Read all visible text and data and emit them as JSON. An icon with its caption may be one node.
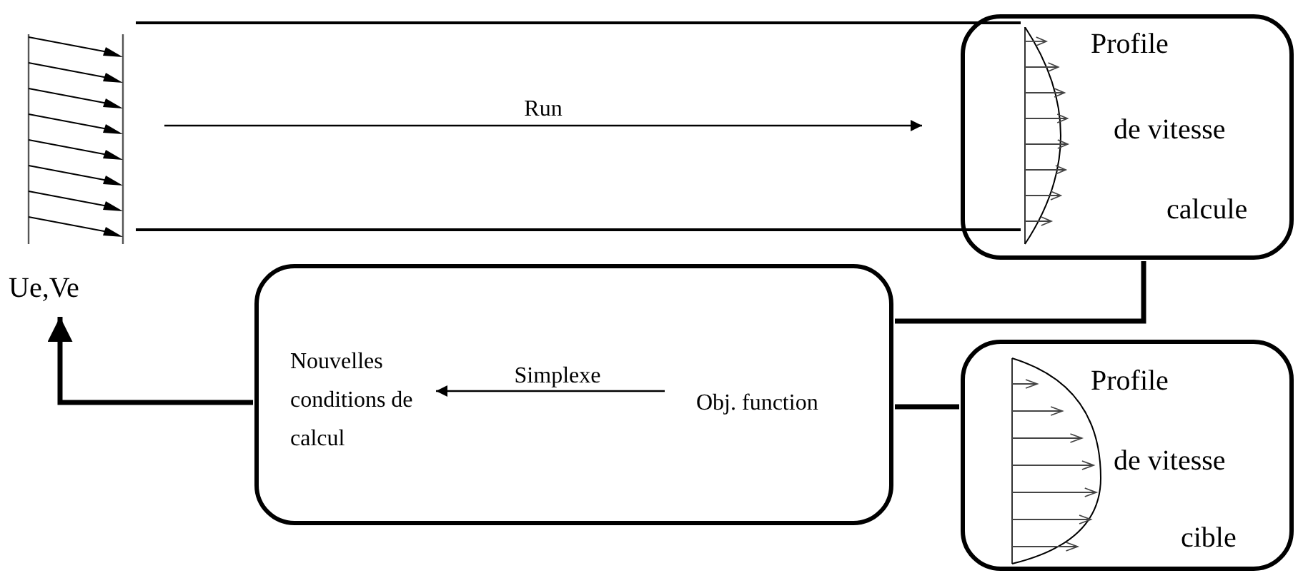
{
  "diagram": {
    "nodes": [
      {
        "text": [],
        "shape": "picture",
        "beside": [
          "Ue,Ve"
        ]
      },
      {
        "text": [
          "Profile",
          "de vitesse",
          "calcule"
        ]
      },
      {
        "text": [],
        "shape": "box"
      },
      {
        "text": [
          "Nouvelles conditions de calcul"
        ],
        "in": 2
      },
      {
        "text": [
          "Obj. function"
        ],
        "in": 2
      },
      {
        "text": [
          "Profile",
          "de vitesse",
          "cible"
        ]
      }
    ],
    "edges": [
      {
        "from": 0,
        "to": 1,
        "arrow": "to",
        "label": "Run"
      },
      {
        "from": 1,
        "to": 2,
        "arrow": "none"
      },
      {
        "from": 5,
        "to": 2,
        "arrow": "none"
      },
      {
        "from": 2,
        "to": 0,
        "arrow": "to"
      },
      {
        "from": 4,
        "to": 3,
        "arrow": "to",
        "label": "Simplexe"
      }
    ]
  }
}
